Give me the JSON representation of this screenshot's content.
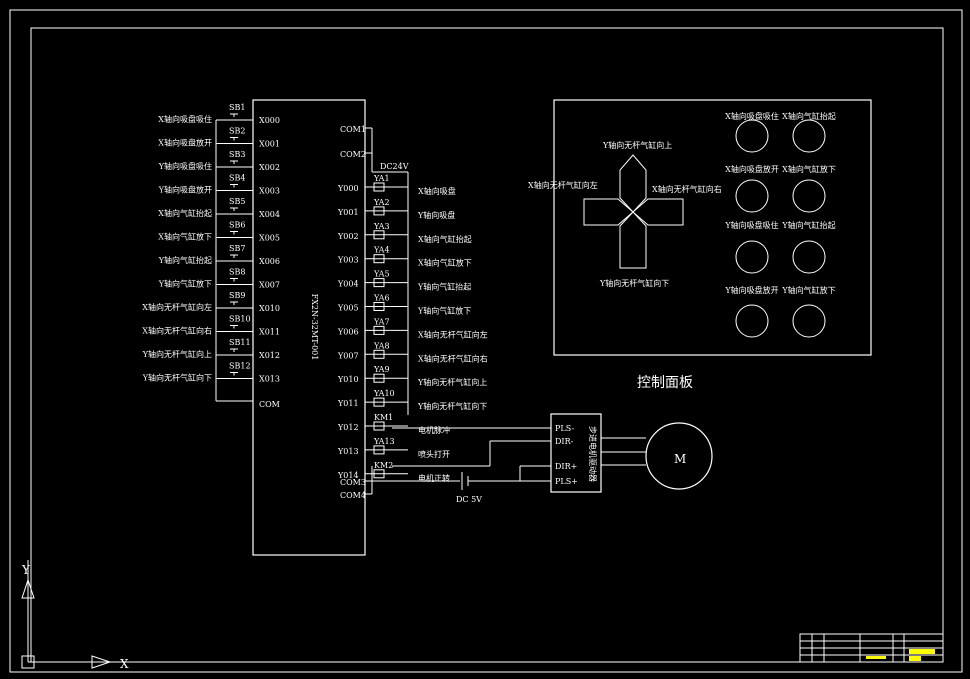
{
  "inputs": [
    {
      "sb": "SB1",
      "x": "X000",
      "desc": "X轴向吸盘吸住"
    },
    {
      "sb": "SB2",
      "x": "X001",
      "desc": "X轴向吸盘放开"
    },
    {
      "sb": "SB3",
      "x": "X002",
      "desc": "Y轴向吸盘吸住"
    },
    {
      "sb": "SB4",
      "x": "X003",
      "desc": "Y轴向吸盘放开"
    },
    {
      "sb": "SB5",
      "x": "X004",
      "desc": "X轴向气缸抬起"
    },
    {
      "sb": "SB6",
      "x": "X005",
      "desc": "X轴向气缸放下"
    },
    {
      "sb": "SB7",
      "x": "X006",
      "desc": "Y轴向气缸抬起"
    },
    {
      "sb": "SB8",
      "x": "X007",
      "desc": "Y轴向气缸放下"
    },
    {
      "sb": "SB9",
      "x": "X010",
      "desc": "X轴向无杆气缸向左"
    },
    {
      "sb": "SB10",
      "x": "X011",
      "desc": "X轴向无杆气缸向右"
    },
    {
      "sb": "SB11",
      "x": "X012",
      "desc": "Y轴向无杆气缸向上"
    },
    {
      "sb": "SB12",
      "x": "X013",
      "desc": "Y轴向无杆气缸向下"
    }
  ],
  "input_com": "COM",
  "plc_model": "FX2N-32MT-001",
  "com_labels": [
    "COM1",
    "COM2"
  ],
  "dc_label": "DC24V",
  "outputs": [
    {
      "y": "Y000",
      "ya": "YA1",
      "desc": "X轴向吸盘"
    },
    {
      "y": "Y001",
      "ya": "YA2",
      "desc": "Y轴向吸盘"
    },
    {
      "y": "Y002",
      "ya": "YA3",
      "desc": "X轴向气缸抬起"
    },
    {
      "y": "Y003",
      "ya": "YA4",
      "desc": "X轴向气缸放下"
    },
    {
      "y": "Y004",
      "ya": "YA5",
      "desc": "Y轴向气缸抬起"
    },
    {
      "y": "Y005",
      "ya": "YA6",
      "desc": "Y轴向气缸放下"
    },
    {
      "y": "Y006",
      "ya": "YA7",
      "desc": "X轴向无杆气缸向左"
    },
    {
      "y": "Y007",
      "ya": "YA8",
      "desc": "X轴向无杆气缸向右"
    },
    {
      "y": "Y010",
      "ya": "YA9",
      "desc": "Y轴向无杆气缸向上"
    },
    {
      "y": "Y011",
      "ya": "YA10",
      "desc": "Y轴向无杆气缸向下"
    },
    {
      "y": "Y012",
      "ya": "KM1",
      "desc": "电机脉冲"
    },
    {
      "y": "Y013",
      "ya": "YA13",
      "desc": "喷头打开"
    },
    {
      "y": "Y014",
      "ya": "KM2",
      "desc": "电机正转"
    }
  ],
  "com3": "COM3",
  "com4": "COM4",
  "dc5v": "DC 5V",
  "driver": {
    "label": "步进电机驱动器",
    "pins": [
      "PLS-",
      "DIR-",
      "DIR+",
      "PLS+"
    ],
    "motor": "M"
  },
  "panel": {
    "title": "控制面板",
    "arrows": {
      "up": "Y轴向无杆气缸向上",
      "down": "Y轴向无杆气缸向下",
      "left": "X轴向无杆气缸向左",
      "right": "X轴向无杆气缸向右"
    },
    "buttons": [
      "X轴向吸盘吸住",
      "X轴向气缸抬起",
      "X轴向吸盘放开",
      "X轴向气缸放下",
      "Y轴向吸盘吸住",
      "Y轴向气缸抬起",
      "Y轴向吸盘放开",
      "Y轴向气缸放下"
    ]
  },
  "ucs": {
    "x": "X",
    "y": "Y"
  },
  "colors": {
    "background": "#000000",
    "lines": "#ffffff",
    "title_block_highlight": "#ffff00"
  }
}
